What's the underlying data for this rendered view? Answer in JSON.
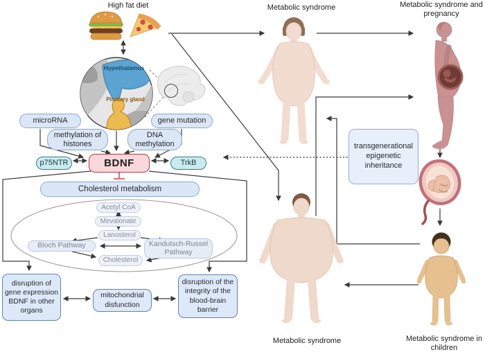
{
  "labels": {
    "high_fat_diet": "High fat diet",
    "metabolic_syndrome_top": "Metabolic syndrome",
    "metabolic_syndrome_pregnancy": "Metabolic syndrome and pregnancy",
    "metabolic_syndrome_adult": "Metabolic syndrome",
    "metabolic_syndrome_children": "Metabolic syndrome in children"
  },
  "brain": {
    "hypothalamus": "Hypothalamus",
    "pituitary_gland": "Pituitary gland"
  },
  "epigenetic_factors": {
    "microrna": "microRNA",
    "methylation_of_histones": "methylation of histones",
    "dna_methylation": "DNA methylation",
    "gene_mutation": "gene mutation"
  },
  "bdnf": {
    "label": "BDNF",
    "receptor_left": "p75NTR",
    "receptor_right": "TrkB"
  },
  "cholesterol_pathway": {
    "title": "Cholesterol metabolism",
    "steps": {
      "acetyl_coa": "Acetyl CoA",
      "mevalonate": "Mevalonate",
      "lanosterol": "Lanosterol",
      "bloch": "Bloch Pathway",
      "kandutsch_russel": "Kandutsch-Russel Pathway",
      "cholesterol": "Cholesterol"
    }
  },
  "outcomes": {
    "gene_expression_disruption": "disruption of gene expression BDNF in other organs",
    "mitochondrial_disfunction": "mitochondrial disfunction",
    "bbb_disruption": "disruption of the integrity of the blood-brain barrier"
  },
  "inheritance": {
    "label": "transgenerational epigenetic inheritance"
  },
  "colors": {
    "box_fill": "#dbe7f6",
    "box_border": "#89a7cd",
    "bdnf_fill": "#f8d8da",
    "bdnf_border": "#ad3a45",
    "receptor_fill": "#c9ebef",
    "receptor_border": "#337f87",
    "outcome_fill": "#dde9f8",
    "outcome_border": "#5f83ab",
    "inhibition_red": "#cf3d50",
    "arrow": "#3a3a3a",
    "hypothalamus_blue": "#5ba3d0",
    "pituitary_yellow": "#ecba4e",
    "skin_female": "#f2dccf",
    "skin_male": "#efd9cb",
    "skin_child": "#e6c08f",
    "pregnant_rose": "#c99191"
  }
}
